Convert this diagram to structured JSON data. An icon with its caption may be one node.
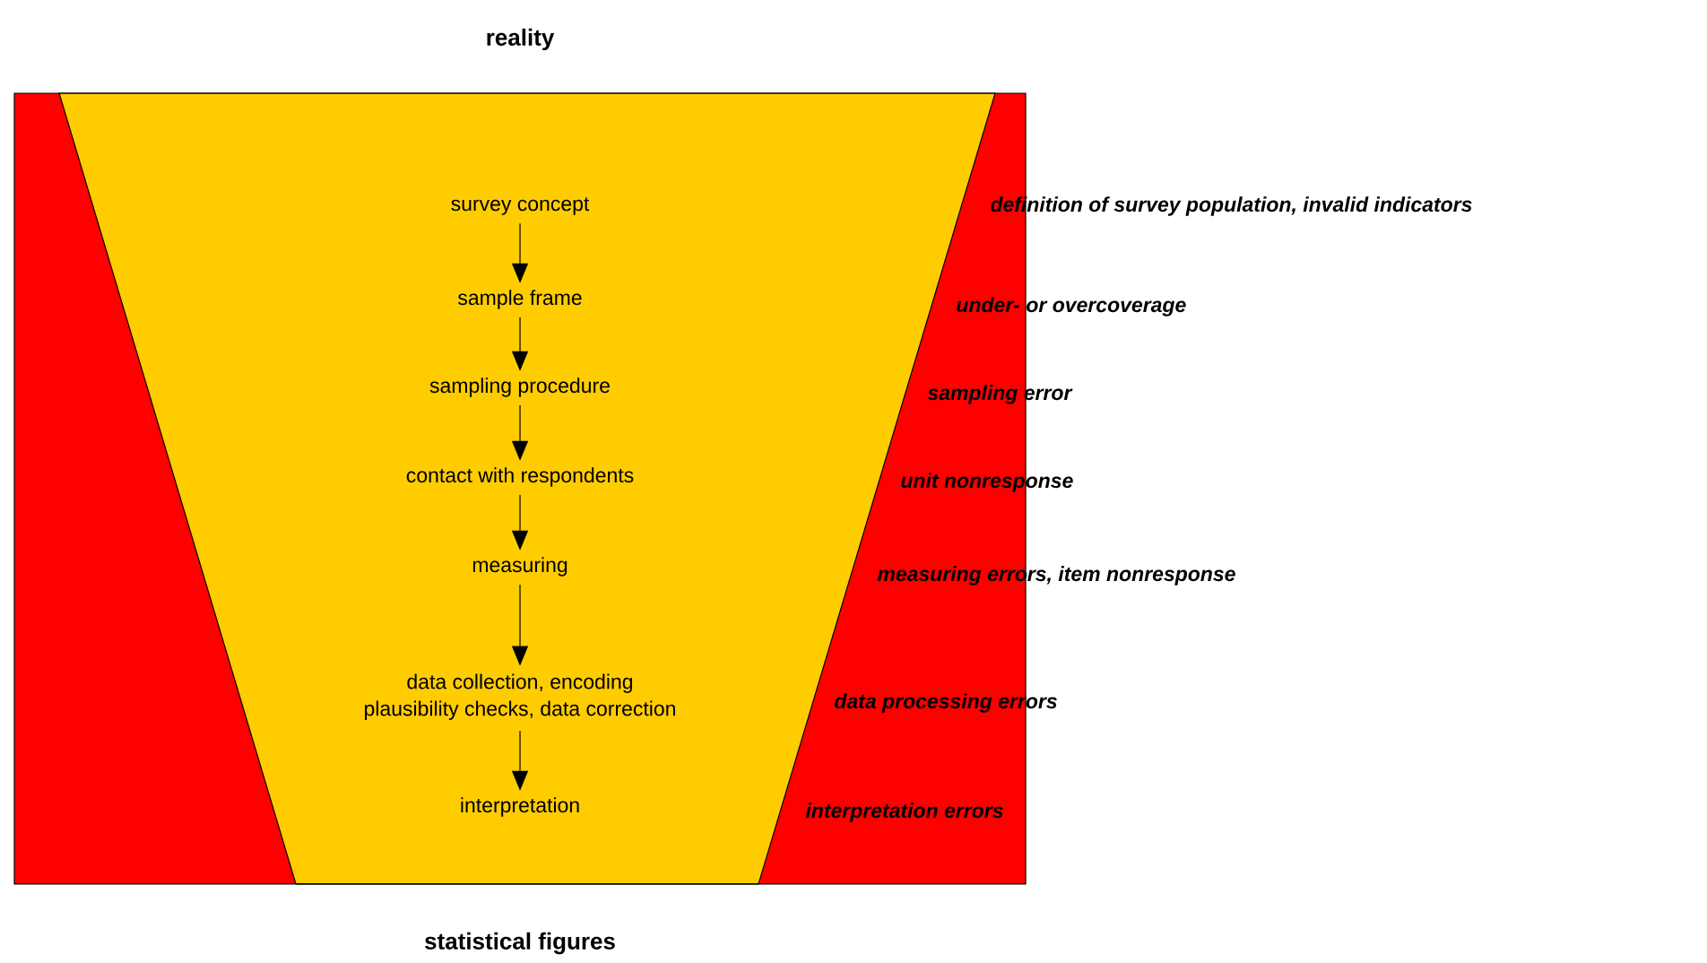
{
  "diagram": {
    "nodes": [
      {
        "text": [
          "survey concept"
        ]
      },
      {
        "text": [
          "sample frame"
        ]
      },
      {
        "text": [
          "sampling procedure"
        ]
      },
      {
        "text": [
          "contact with respondents"
        ]
      },
      {
        "text": [
          "measuring"
        ]
      },
      {
        "text": [
          "data collection, encoding",
          "plausibility checks, data correction"
        ]
      },
      {
        "text": [
          "interpretation"
        ]
      }
    ],
    "edges": [
      {
        "from": 0,
        "to": 1,
        "arrow": "to"
      },
      {
        "from": 1,
        "to": 2,
        "arrow": "to"
      },
      {
        "from": 2,
        "to": 3,
        "arrow": "to"
      },
      {
        "from": 3,
        "to": 4,
        "arrow": "to"
      },
      {
        "from": 4,
        "to": 5,
        "arrow": "to"
      },
      {
        "from": 5,
        "to": 6,
        "arrow": "to"
      }
    ],
    "labels": [
      "reality",
      "definition of survey population, invalid indicators",
      "under- or overcoverage",
      "sampling error",
      "unit nonresponse",
      "measuring errors, item nonresponse",
      "data processing errors",
      "interpretation errors",
      "statistical figures"
    ]
  }
}
